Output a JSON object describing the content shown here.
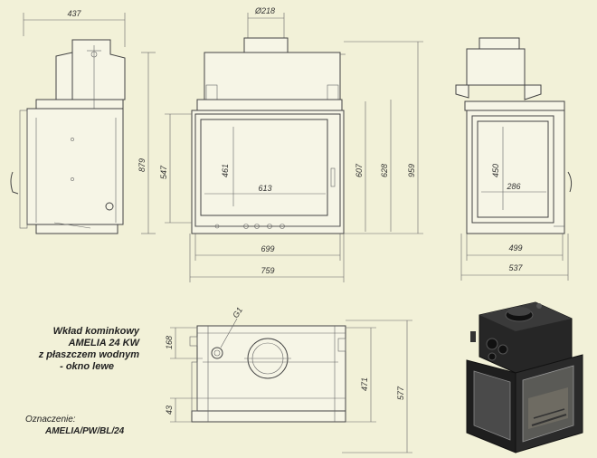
{
  "title": {
    "lines": [
      "Wkład kominkowy",
      "AMELIA 24 KW",
      "z płaszczem wodnym",
      "- okno lewe"
    ]
  },
  "marking": {
    "label": "Oznaczenie:",
    "code": "AMELIA/PW/BL/24"
  },
  "dimensions": {
    "side_left_width": "437",
    "side_left_height": "879",
    "flue_diameter": "Ø218",
    "front_total_height": "547",
    "front_glass_height": "461",
    "front_glass_width": "613",
    "front_door_height": "607",
    "front_frame_height": "628",
    "front_total_overall": "959",
    "front_width_699": "699",
    "front_width_759": "759",
    "right_glass_height": "450",
    "right_glass_width": "286",
    "right_width_499": "499",
    "right_width_537": "537",
    "top_thread": "G1",
    "top_dim_168": "168",
    "top_dim_43": "43",
    "top_dim_471": "471",
    "top_dim_577": "577"
  },
  "colors": {
    "background": "#f2f1d8",
    "line": "#444444",
    "render_body": "#1e1e1e"
  }
}
